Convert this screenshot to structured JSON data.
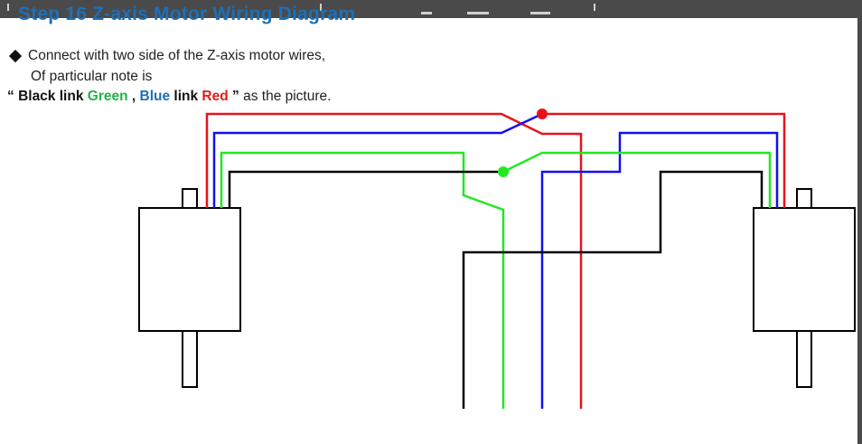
{
  "title": "Step 16  Z-axis Motor Wiring Diagram",
  "instructions": {
    "line1": "Connect with two side of the Z-axis motor wires,",
    "line2": "Of particular note is",
    "line3": {
      "open_quote": "“ ",
      "black": "Black",
      "link1": " link ",
      "green": "Green",
      "sep": " , ",
      "blue": "Blue",
      "link2": " link ",
      "red": "Red",
      "close_quote": " ”",
      "tail": "  as the picture."
    }
  },
  "wire_colors": {
    "red": "#e8121b",
    "blue": "#1010f0",
    "green": "#22e822",
    "black": "#000000"
  },
  "accent_color": "#1f6fb5"
}
